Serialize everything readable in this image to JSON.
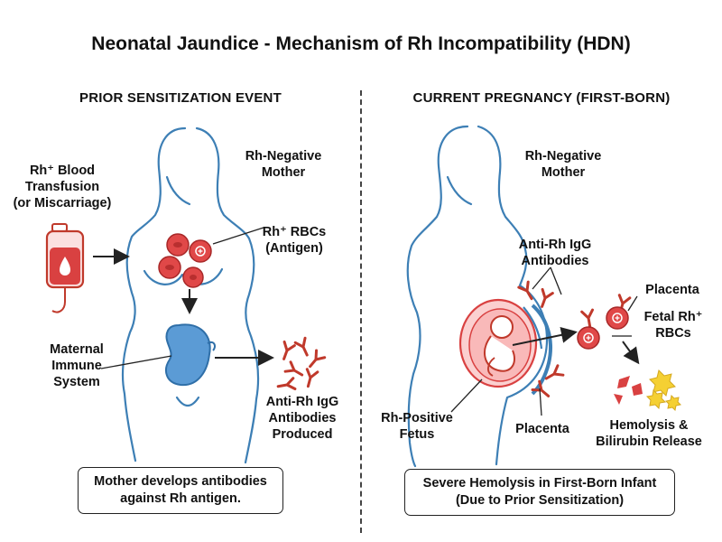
{
  "title": "Neonatal Jaundice - Mechanism of Rh Incompatibility (HDN)",
  "left": {
    "heading": "PRIOR SENSITIZATION EVENT",
    "blood_source": [
      "Rh⁺ Blood",
      "Transfusion",
      "(or Miscarriage)"
    ],
    "mother": [
      "Rh-Negative",
      "Mother"
    ],
    "rbc": [
      "Rh⁺ RBCs",
      "(Antigen)"
    ],
    "immune": [
      "Maternal",
      "Immune",
      "System"
    ],
    "antibodies": [
      "Anti-Rh IgG",
      "Antibodies",
      "Produced"
    ],
    "summary": [
      "Mother develops antibodies",
      "against Rh antigen."
    ]
  },
  "right": {
    "heading": "CURRENT PREGNANCY (FIRST-BORN)",
    "mother": [
      "Rh-Negative",
      "Mother"
    ],
    "antibodies": [
      "Anti-Rh IgG",
      "Antibodies"
    ],
    "placenta_top": "Placenta",
    "fetal_rbc": [
      "Fetal Rh⁺",
      "RBCs"
    ],
    "fetus": [
      "Rh-Positive",
      "Fetus"
    ],
    "placenta_bottom": "Placenta",
    "hemolysis": [
      "Hemolysis &",
      "Bilirubin Release"
    ],
    "summary": [
      "Severe Hemolysis in First-Born Infant",
      "(Due to Prior Sensitization)"
    ]
  },
  "colors": {
    "outline": "#3d7fb5",
    "rbc_red": "#d94141",
    "rbc_pink": "#f6a5a5",
    "immune_blue": "#5b9bd5",
    "bilirubin_yellow": "#f5d033",
    "text": "#111111"
  },
  "icons": [
    "blood-bag-icon",
    "rbc-icon",
    "antibody-icon",
    "immune-organ-icon",
    "fetus-icon",
    "bilirubin-icon"
  ]
}
